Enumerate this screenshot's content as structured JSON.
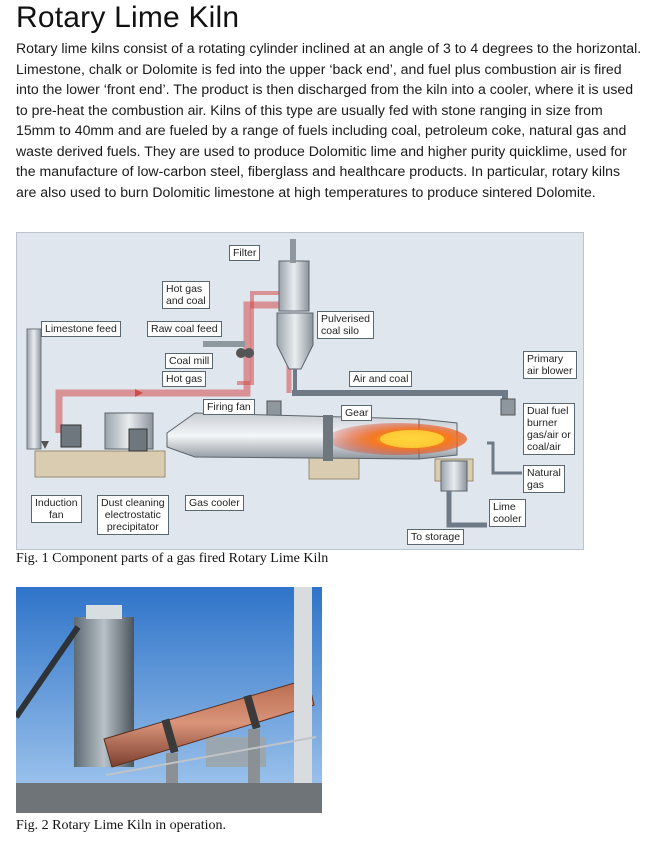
{
  "document": {
    "title": "Rotary Lime Kiln",
    "paragraph": "Rotary lime kilns consist of a rotating cylinder inclined at an angle of 3 to 4 degrees to the horizontal. Limestone, chalk or Dolomite is fed into the upper ‘back end’, and fuel plus combustion air is fired into the lower ‘front end’. The product is then discharged from the kiln into a cooler, where it is used to pre-heat the combustion air. Kilns of this type are usually fed with stone ranging in size from 15mm to 40mm and are fueled by a range of fuels including coal, petroleum coke, natural gas and waste derived fuels. They are used to produce Dolomitic lime and higher purity quicklime, used for the manufacture of low-carbon steel, fiberglass and healthcare products. In particular, rotary kilns are also used to burn Dolomitic limestone at high temperatures to produce sintered Dolomite."
  },
  "figure1": {
    "caption": "Fig. 1 Component parts of a gas fired Rotary Lime Kiln",
    "labels": {
      "filter": "Filter",
      "hot_gas_coal": "Hot gas\nand coal",
      "pulverised_silo": "Pulverised\ncoal silo",
      "limestone_feed": "Limestone feed",
      "raw_coal_feed": "Raw coal feed",
      "coal_mill": "Coal mill",
      "hot_gas": "Hot gas",
      "air_and_coal": "Air and coal",
      "primary_air_blower": "Primary\nair blower",
      "firing_fan": "Firing fan",
      "gear": "Gear",
      "dual_fuel_burner": "Dual fuel\nburner\ngas/air or\ncoal/air",
      "natural_gas": "Natural\ngas",
      "induction_fan": "Induction\nfan",
      "dust_cleaning": "Dust cleaning\nelectrostatic\nprecipitator",
      "gas_cooler": "Gas cooler",
      "lime_cooler": "Lime\ncooler",
      "to_storage": "To storage"
    }
  },
  "figure2": {
    "caption": "Fig. 2 Rotary Lime Kiln in operation."
  },
  "colors": {
    "diagram_bg": "#dfe6ee",
    "hot_duct": "#e36a6a",
    "flame": "#f3651a",
    "sky": "#4f8fd6"
  }
}
